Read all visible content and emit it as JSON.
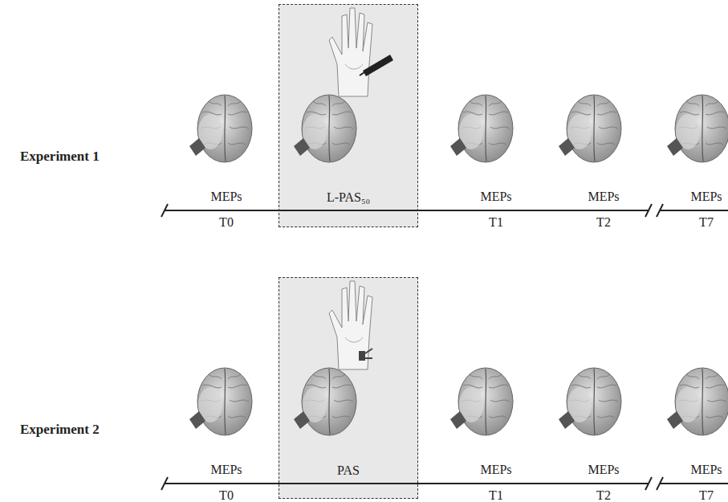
{
  "diagram": {
    "nodes": [
      {
        "text": [
          "L-PAS₅₀"
        ]
      },
      {
        "text": [
          "PAS"
        ]
      }
    ],
    "labels": [
      "Experiment 1",
      "MEPs",
      "T0",
      "MEPs",
      "T1",
      "MEPs",
      "T2",
      "MEPs",
      "T7",
      "Experiment 2",
      "MEPs",
      "T0",
      "MEPs",
      "T1",
      "MEPs",
      "T2",
      "MEPs",
      "T7"
    ]
  }
}
